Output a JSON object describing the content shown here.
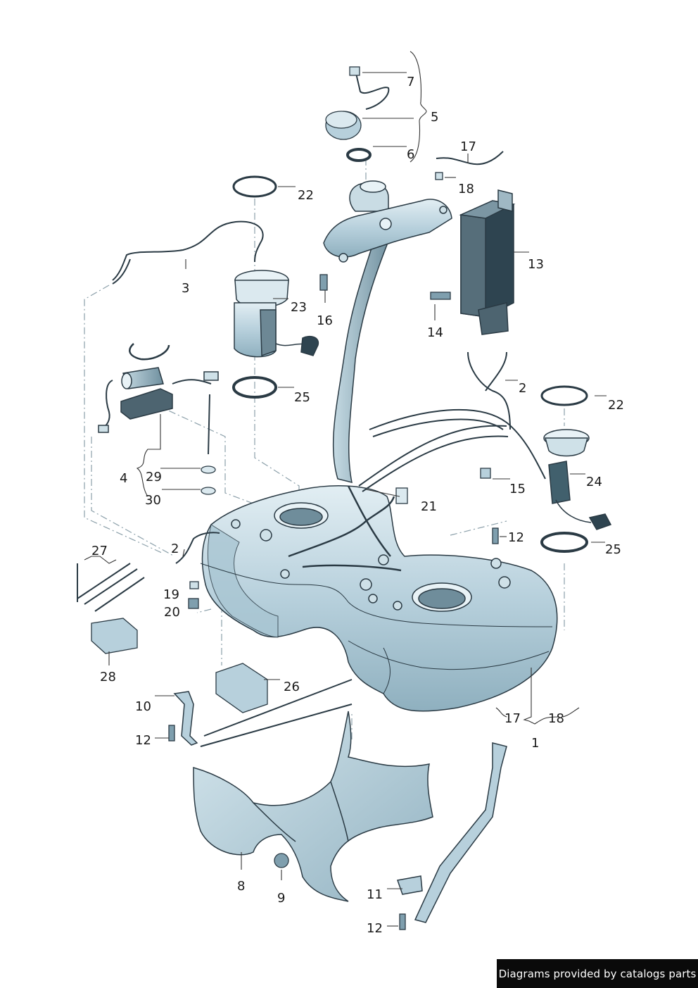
{
  "footer": {
    "text": "Diagrams provided by catalogs parts"
  },
  "callouts": [
    {
      "id": "c-7",
      "label": "7"
    },
    {
      "id": "c-5",
      "label": "5"
    },
    {
      "id": "c-6",
      "label": "6"
    },
    {
      "id": "c-17a",
      "label": "17"
    },
    {
      "id": "c-18a",
      "label": "18"
    },
    {
      "id": "c-22a",
      "label": "22"
    },
    {
      "id": "c-3",
      "label": "3"
    },
    {
      "id": "c-13",
      "label": "13"
    },
    {
      "id": "c-23",
      "label": "23"
    },
    {
      "id": "c-16",
      "label": "16"
    },
    {
      "id": "c-14",
      "label": "14"
    },
    {
      "id": "c-2a",
      "label": "2"
    },
    {
      "id": "c-22b",
      "label": "22"
    },
    {
      "id": "c-25a",
      "label": "25"
    },
    {
      "id": "c-24",
      "label": "24"
    },
    {
      "id": "c-29",
      "label": "29"
    },
    {
      "id": "c-4",
      "label": "4"
    },
    {
      "id": "c-15",
      "label": "15"
    },
    {
      "id": "c-30",
      "label": "30"
    },
    {
      "id": "c-21",
      "label": "21"
    },
    {
      "id": "c-12a",
      "label": "12"
    },
    {
      "id": "c-27",
      "label": "27"
    },
    {
      "id": "c-2b",
      "label": "2"
    },
    {
      "id": "c-25b",
      "label": "25"
    },
    {
      "id": "c-19",
      "label": "19"
    },
    {
      "id": "c-20",
      "label": "20"
    },
    {
      "id": "c-28",
      "label": "28"
    },
    {
      "id": "c-26",
      "label": "26"
    },
    {
      "id": "c-10",
      "label": "10"
    },
    {
      "id": "c-17b",
      "label": "17"
    },
    {
      "id": "c-18b",
      "label": "18"
    },
    {
      "id": "c-12b",
      "label": "12"
    },
    {
      "id": "c-1",
      "label": "1"
    },
    {
      "id": "c-8",
      "label": "8"
    },
    {
      "id": "c-9",
      "label": "9"
    },
    {
      "id": "c-11",
      "label": "11"
    },
    {
      "id": "c-12c",
      "label": "12"
    }
  ],
  "colors": {
    "part_fill": "#b9d3de",
    "part_light": "#dbe9ef",
    "part_dark": "#7f9fae",
    "outline": "#2a3a44",
    "leader": "#333333",
    "dash": "#8ca0aa"
  }
}
